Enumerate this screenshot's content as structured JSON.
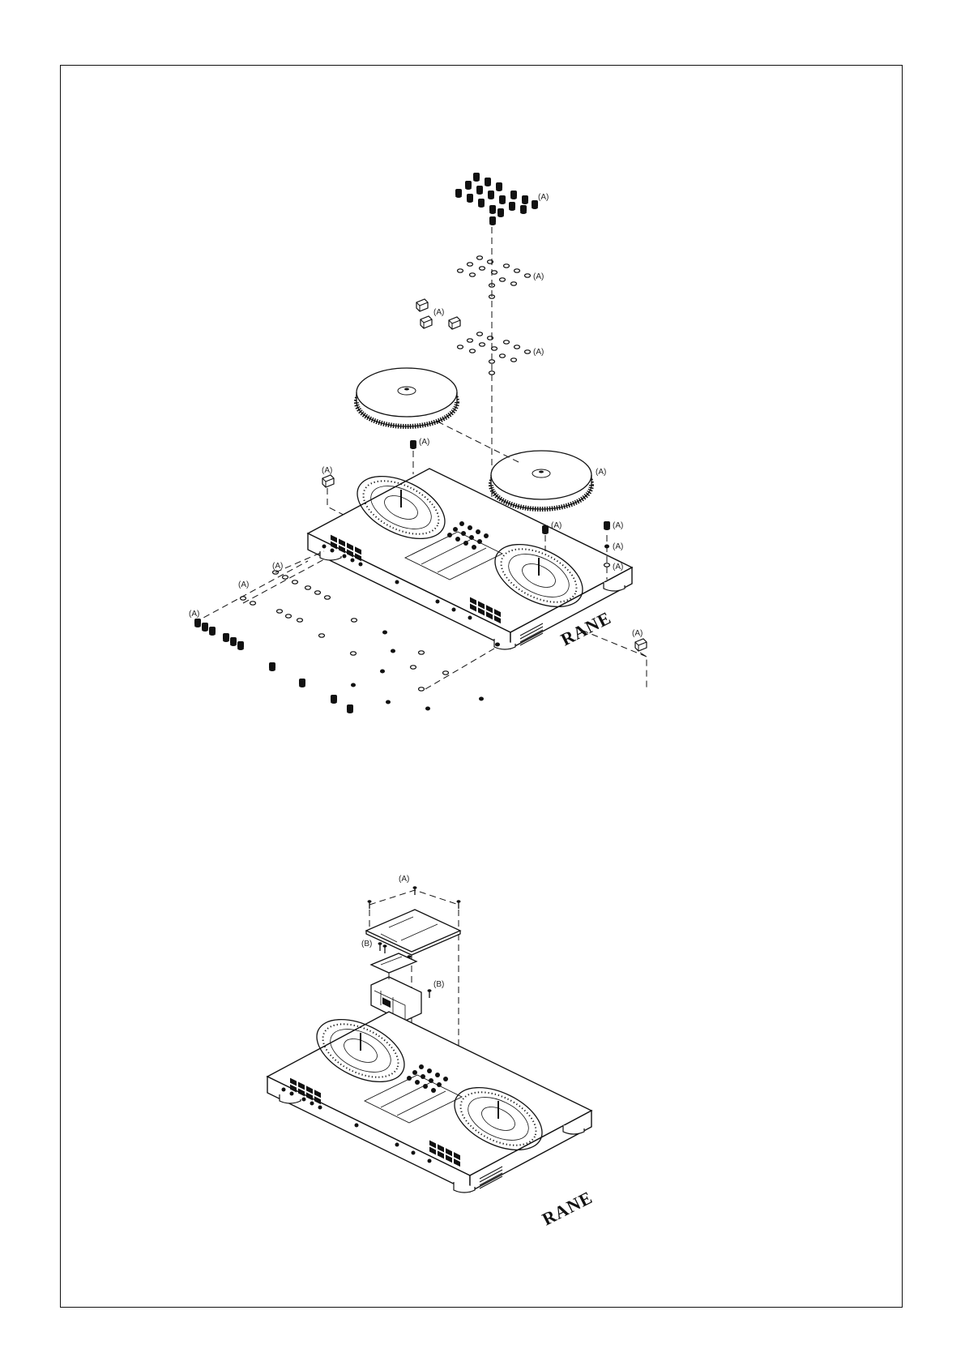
{
  "labels": {
    "a": "(A)",
    "b": "(B)"
  },
  "brand": "RANE",
  "icons": [
    "knob-icon",
    "washer-icon",
    "nut-icon",
    "fader-cap-icon",
    "jog-wheel-icon",
    "screw-icon"
  ],
  "colors": {
    "ink": "#111111",
    "paper": "#ffffff"
  }
}
